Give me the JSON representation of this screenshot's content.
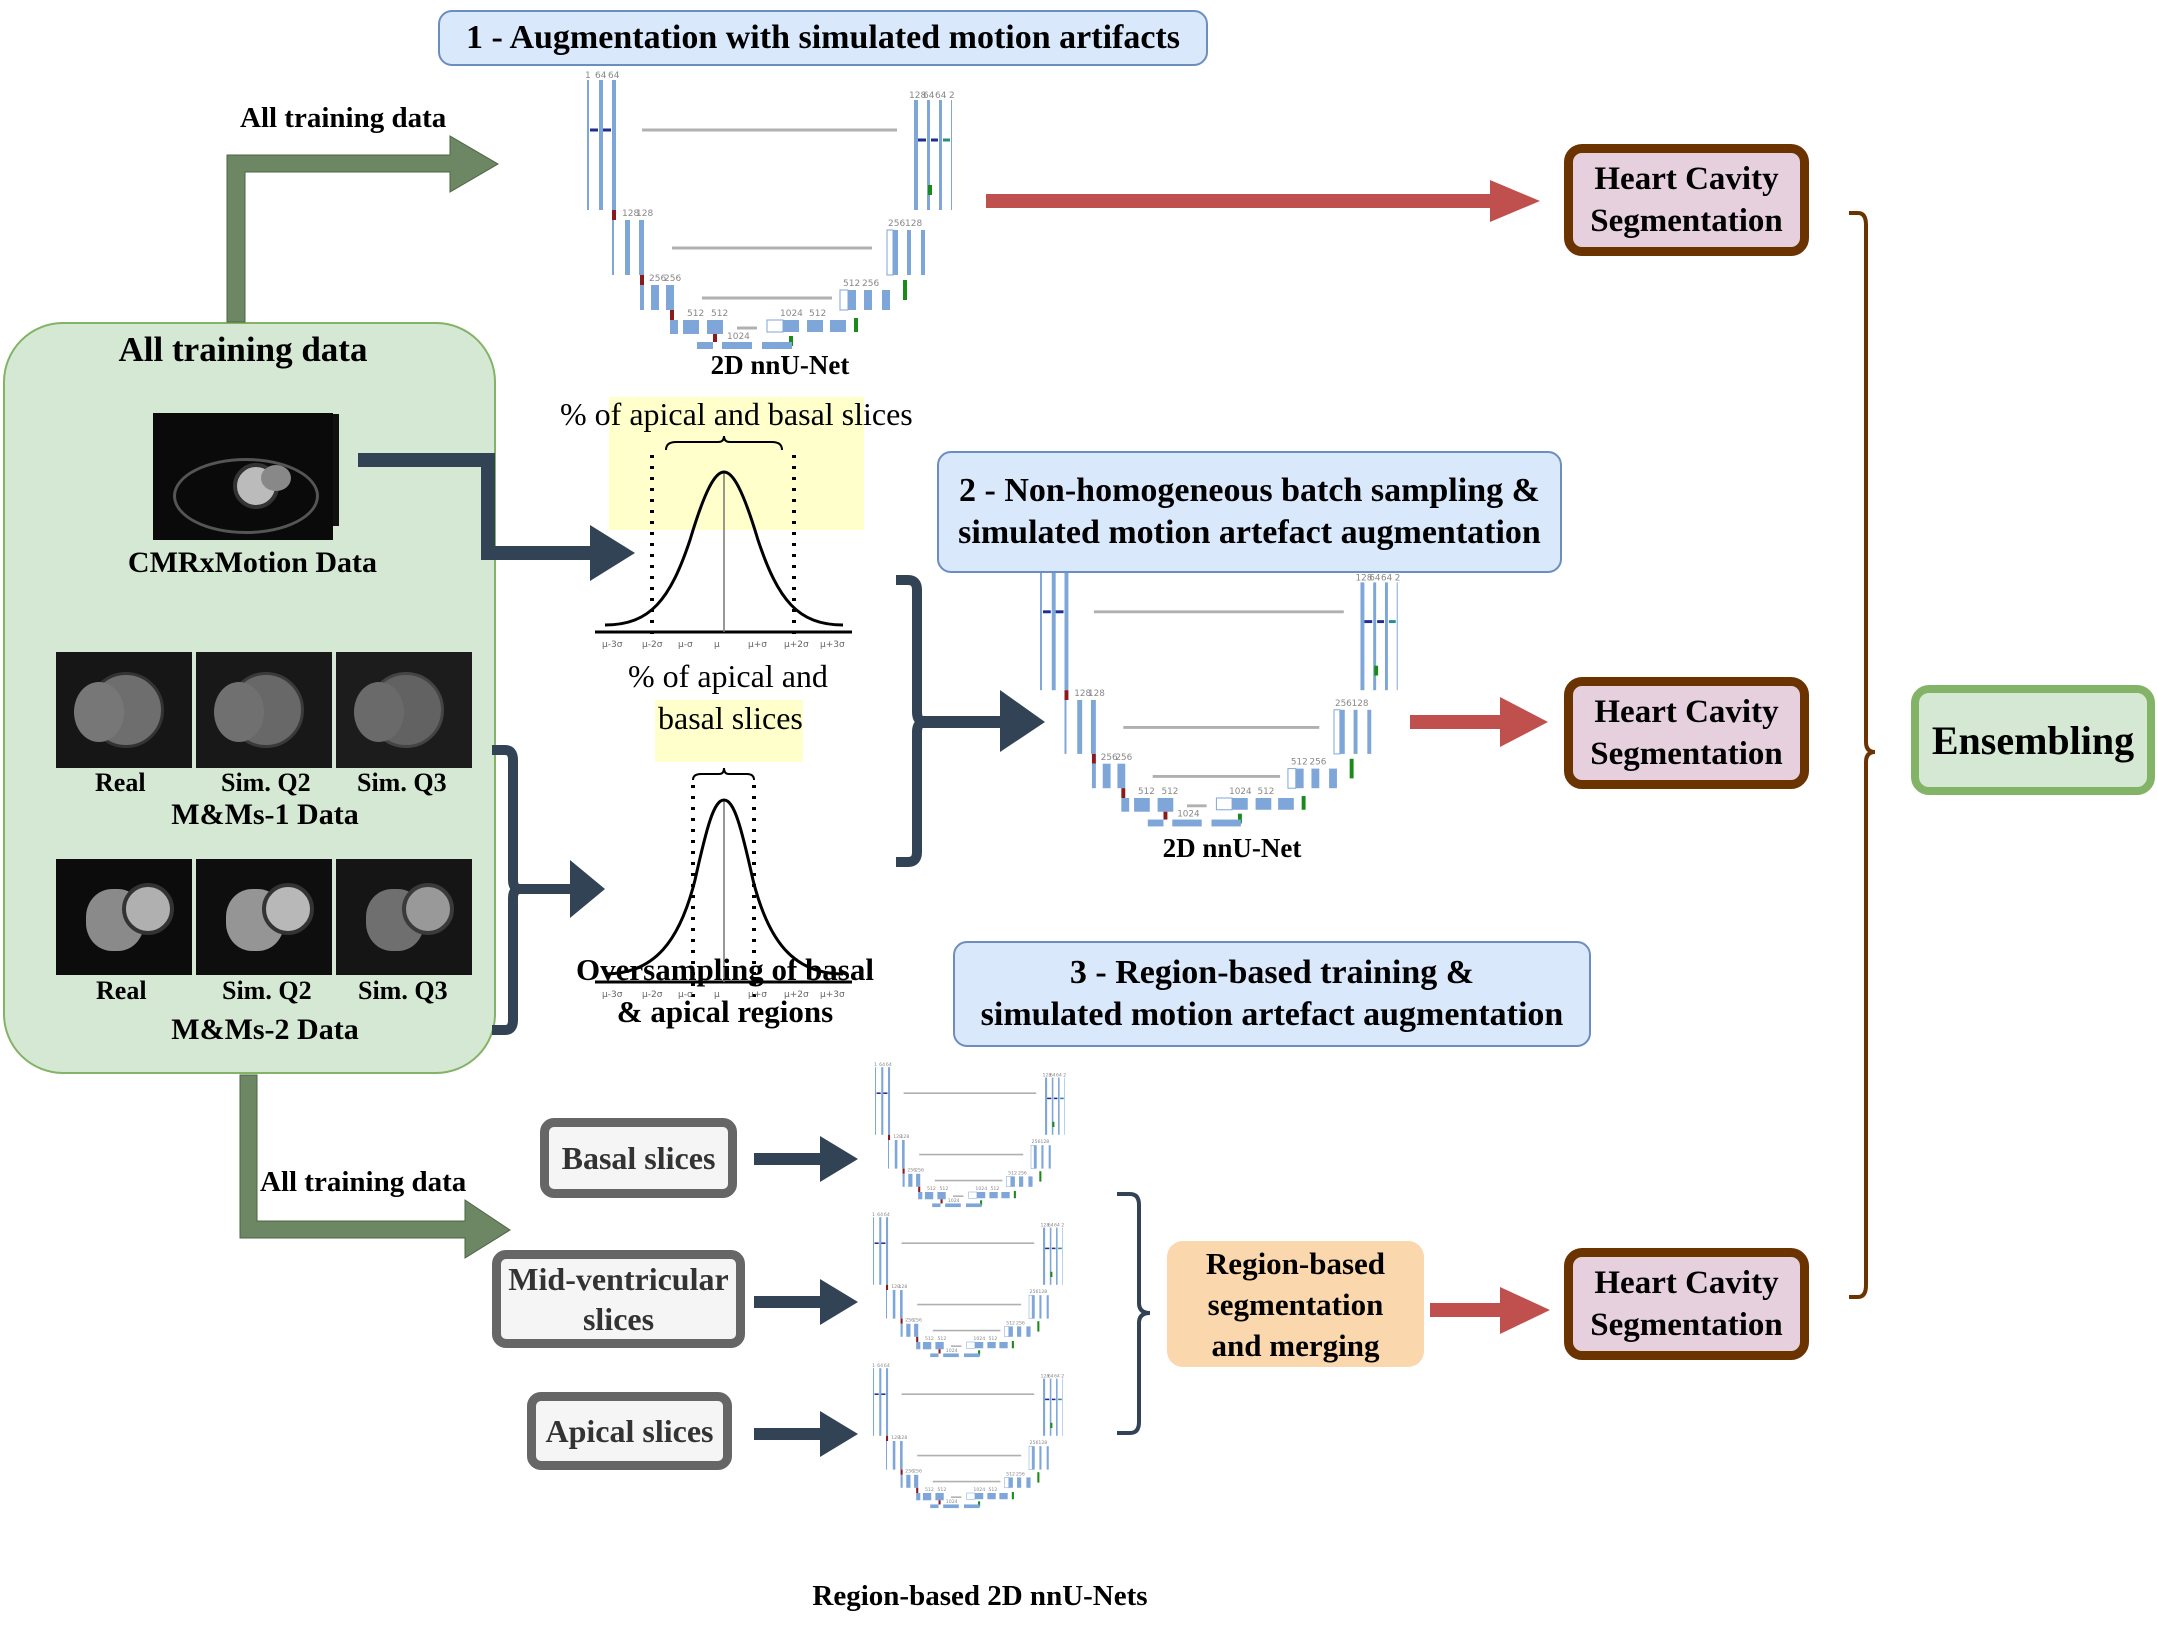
{
  "colors": {
    "section_fill": "#dae8fc",
    "section_border": "#6c8ebf",
    "heart_fill": "#e6d0de",
    "heart_border": "#6b3300",
    "ensemble_fill": "#d5e8d4",
    "ensemble_border": "#82b366",
    "green_arrow": "#6d8764",
    "dark_arrow": "#314354",
    "red_arrow": "#c0504d",
    "slice_border": "#666666",
    "region_fill": "#fad7ac",
    "highlight": "#ffffcc"
  },
  "left_panel": {
    "title": "All training data",
    "cmrx": {
      "label": "CMRxMotion Data"
    },
    "mms1": {
      "label": "M&Ms-1 Data",
      "captions": [
        "Real",
        "Sim. Q2",
        "Sim. Q3"
      ]
    },
    "mms2": {
      "label": "M&Ms-2 Data",
      "captions": [
        "Real",
        "Sim. Q2",
        "Sim. Q3"
      ]
    }
  },
  "arrows": {
    "top_label": "All training data",
    "bottom_label": "All training data"
  },
  "section1": {
    "title": "1 - Augmentation with simulated motion artifacts",
    "network_label": "2D nnU-Net",
    "output": "Heart Cavity Segmentation"
  },
  "section2": {
    "title_line1": "2 - Non-homogeneous batch sampling &",
    "title_line2": "simulated motion artefact augmentation",
    "network_label": "2D nnU-Net",
    "output": "Heart Cavity Segmentation"
  },
  "distributions": {
    "top_label": "% of apical and basal slices",
    "bottom_label_line1": "% of apical and",
    "bottom_label_line2": "basal slices",
    "caption_line1": "Oversampling of basal",
    "caption_line2": "& apical regions",
    "ticks": [
      "μ-3σ",
      "μ-2σ",
      "μ-σ",
      "μ",
      "μ+σ",
      "μ+2σ",
      "μ+3σ"
    ]
  },
  "section3": {
    "title_line1": "3 - Region-based training &",
    "title_line2": "simulated motion artefact augmentation",
    "slices": [
      {
        "line1": "Basal slices",
        "line2": ""
      },
      {
        "line1": "Mid-ventricular",
        "line2": "slices"
      },
      {
        "line1": "Apical slices",
        "line2": ""
      }
    ],
    "network_label": "Region-based 2D nnU-Nets",
    "merge_line1": "Region-based",
    "merge_line2": "segmentation",
    "merge_line3": "and merging",
    "output": "Heart Cavity Segmentation"
  },
  "ensembling": {
    "label": "Ensembling"
  },
  "unet": {
    "top_channels": [
      "1",
      "64",
      "64"
    ],
    "top_right_channels": [
      "128",
      "64",
      "64",
      "2"
    ],
    "level2": [
      "128",
      "128"
    ],
    "level3": [
      "256",
      "256"
    ],
    "level4": [
      "512",
      "512"
    ],
    "bottleneck": "1024",
    "up4": [
      "1024",
      "512"
    ],
    "up3": [
      "512",
      "256"
    ],
    "up2": [
      "256",
      "128"
    ]
  }
}
